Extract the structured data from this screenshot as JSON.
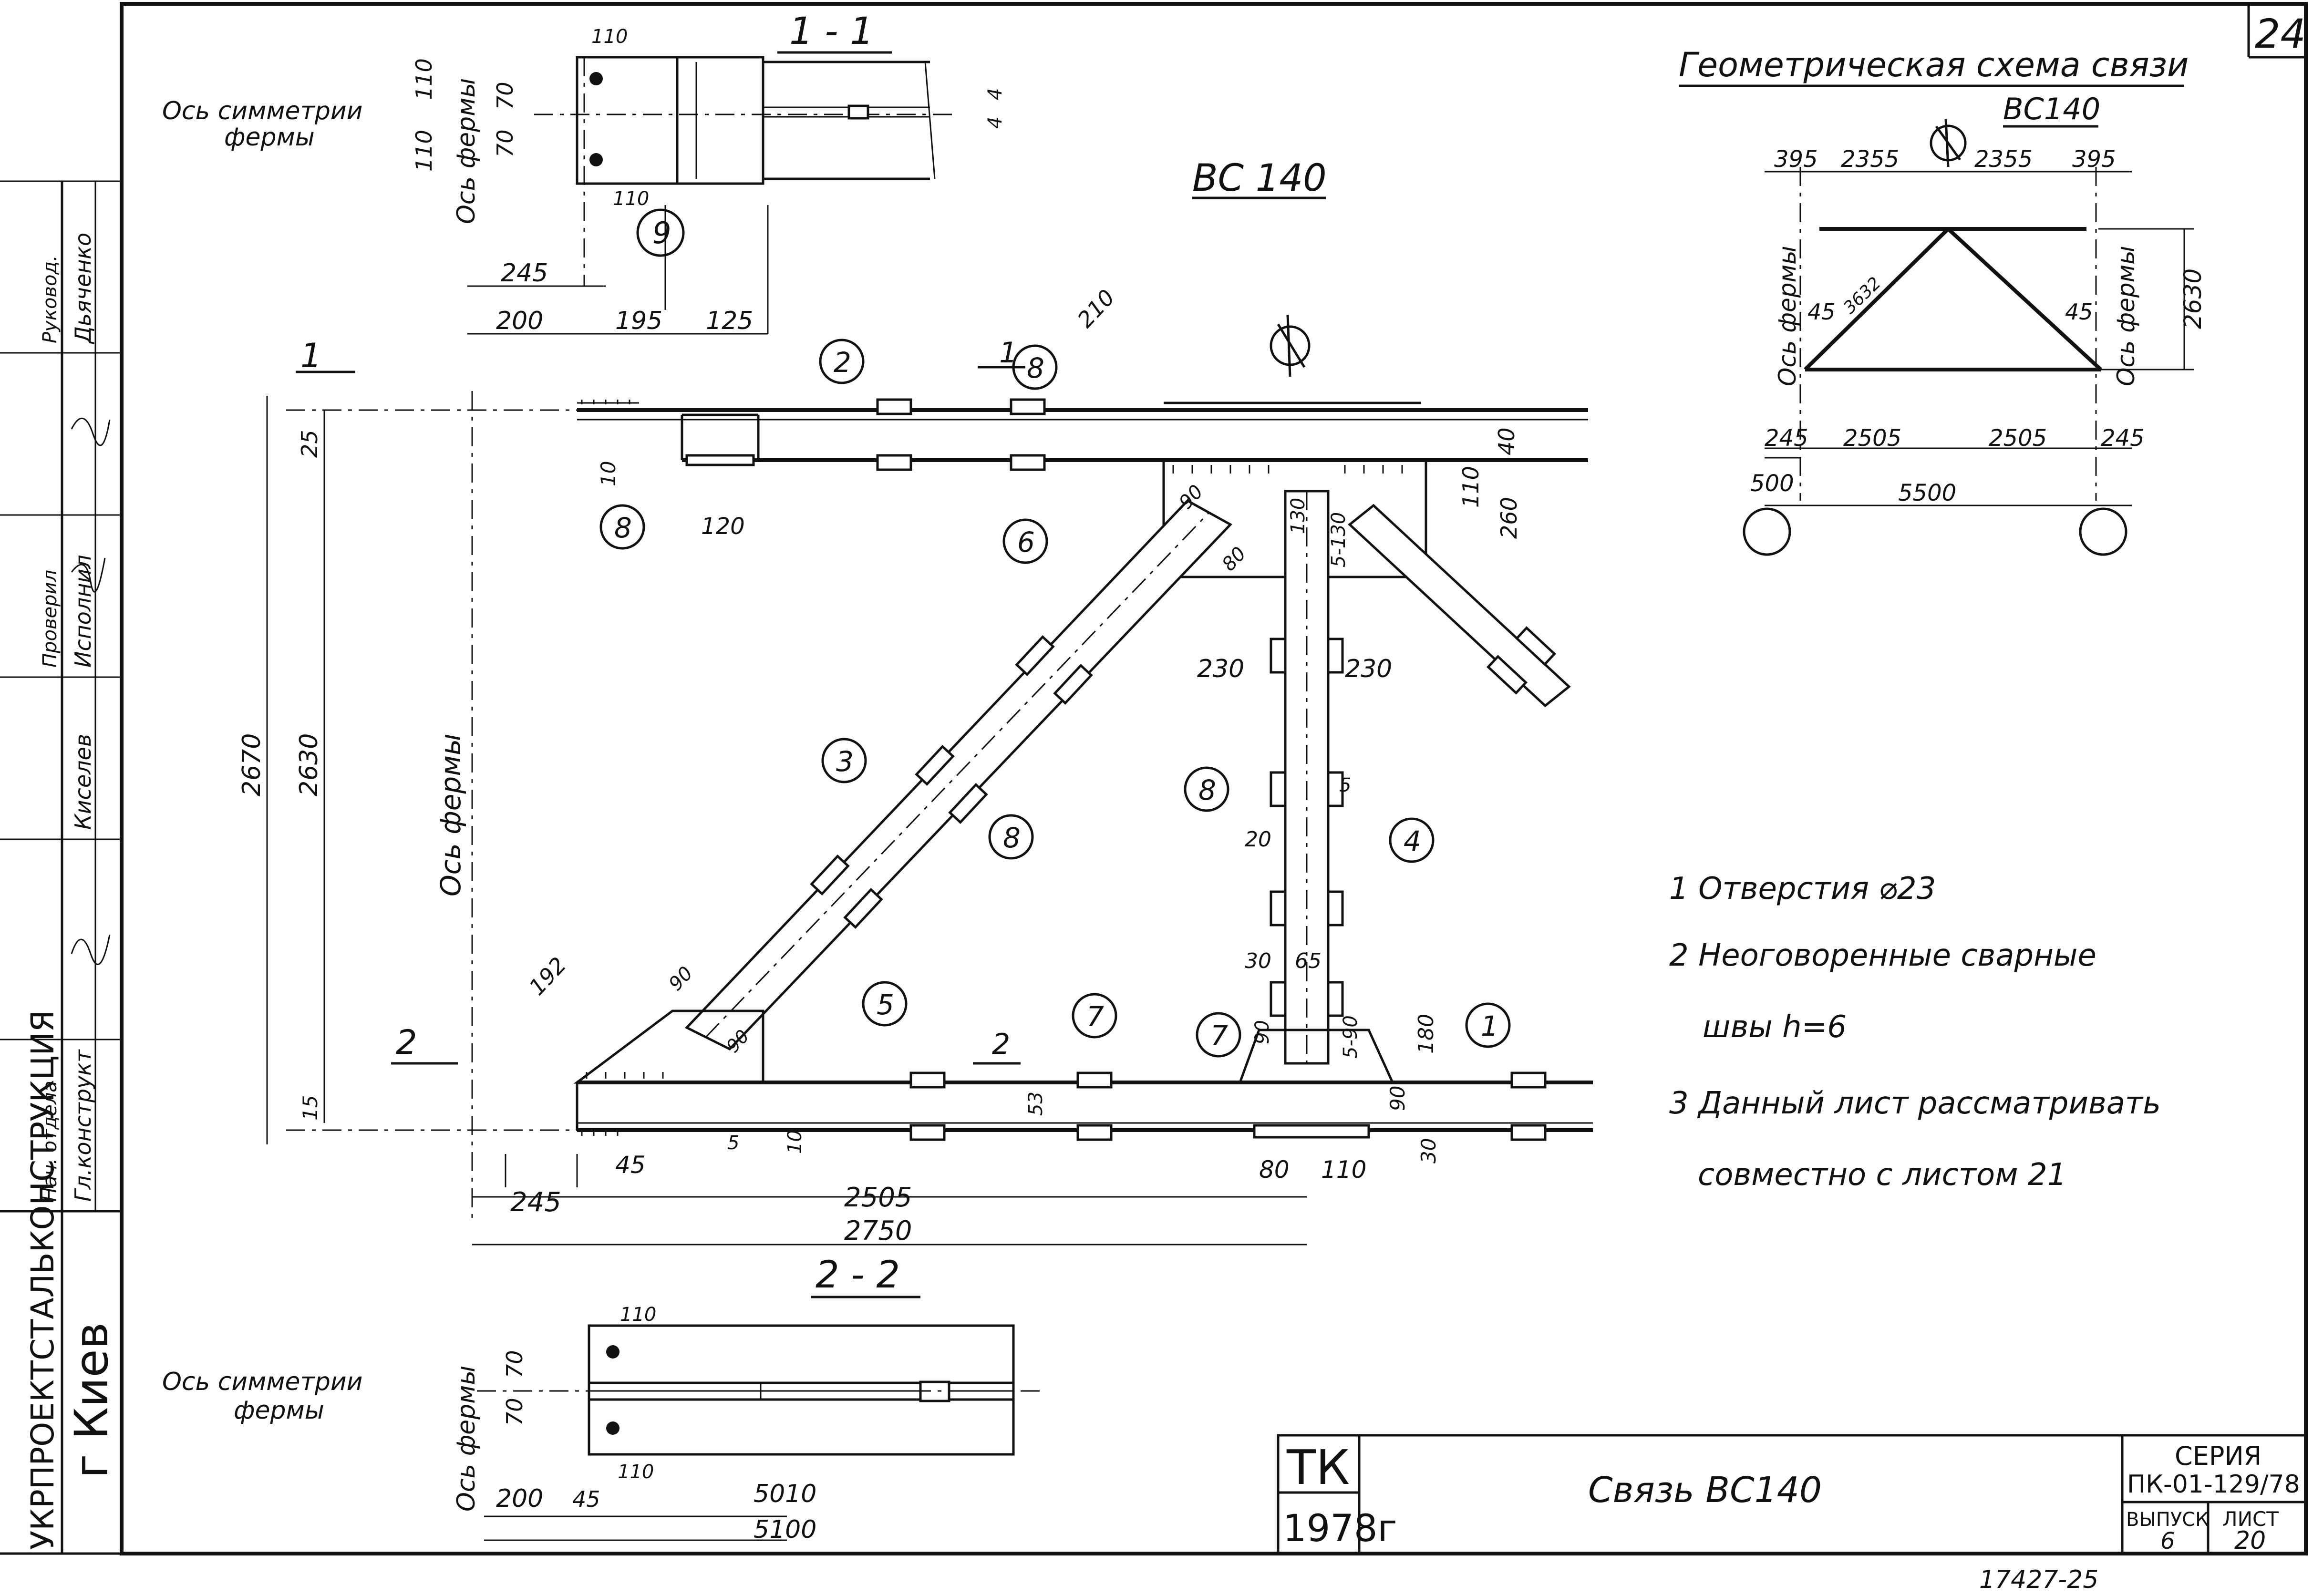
{
  "sheet": {
    "number": "24",
    "stamp": "17427-25"
  },
  "title_block": {
    "logo": "ТК",
    "year": "1978г",
    "title": "Связь ВС140",
    "series_label": "СЕРИЯ",
    "series": "ПК-01-129/78",
    "issue_label": "ВЫПУСК",
    "issue": "6",
    "sheet_label": "ЛИСТ",
    "sheet": "20"
  },
  "left_stamp": {
    "org": "УКРПРОЕКТСТАЛЬКОНСТРУКЦИЯ",
    "city": "г Киев",
    "roles": [
      "Гл.конструкт",
      "Нач. отдела",
      "Руковод.",
      "Исполнил",
      "Проверил"
    ],
    "names": [
      "Киселев",
      "Дьяченко"
    ]
  },
  "main_view": {
    "title": "ВС 140",
    "axis_label": "Ось фермы",
    "section_marks": [
      "1",
      "1",
      "2",
      "2"
    ],
    "parts": [
      "1",
      "2",
      "3",
      "4",
      "5",
      "6",
      "7",
      "8",
      "8",
      "8",
      "8",
      "9"
    ],
    "dims": {
      "d25": "25",
      "d10a": "10",
      "d120": "120",
      "d40": "40",
      "d110": "110",
      "d260": "260",
      "d130a": "130",
      "d130b": "5-130",
      "d90a": "90",
      "d80a": "80",
      "d230a": "230",
      "d230b": "230",
      "d2670": "2670",
      "d2630": "2630",
      "d15": "15",
      "d192": "192",
      "d90b": "90",
      "d90c": "90",
      "d45": "45",
      "d5a": "5",
      "d53": "53",
      "d10b": "10",
      "d20": "20",
      "d5b": "5",
      "d30a": "30",
      "d65": "65",
      "d90d": "90",
      "d590": "5-90",
      "d180": "180",
      "d90e": "90",
      "d30b": "30",
      "d80b": "80",
      "d110b": "110",
      "d245": "245",
      "d2505": "2505",
      "d2750": "2750",
      "d210": "210",
      "d8": "8"
    }
  },
  "section_1": {
    "title": "1 - 1",
    "axis_label_1": "Ось симметрии",
    "axis_label_2": "фермы",
    "axis_vertical": "Ось фермы",
    "dims": [
      "110",
      "110",
      "70",
      "70",
      "110",
      "110",
      "4",
      "4",
      "245",
      "200",
      "195",
      "125"
    ]
  },
  "section_2": {
    "title": "2 - 2",
    "axis_label_1": "Ось симметрии",
    "axis_label_2": "фермы",
    "axis_vertical": "Ось фермы",
    "dims": [
      "110",
      "70",
      "70",
      "110",
      "200",
      "45",
      "5010",
      "5100"
    ]
  },
  "geometry": {
    "title": "Геометрическая схема связи",
    "subtitle": "ВС140",
    "axis_left": "Ось фермы",
    "axis_right": "Ось фермы",
    "top_dims": [
      "395",
      "2355",
      "2355",
      "395"
    ],
    "bottom_dims": [
      "245",
      "2505",
      "2505",
      "245"
    ],
    "d500": "500",
    "d5500": "5500",
    "d2630": "2630",
    "d3632": "3632",
    "angle_left": "45",
    "angle_right": "45"
  },
  "notes": [
    "1 Отверстия ⌀23",
    "2 Неоговоренные сварные",
    "швы h=6",
    "3 Данный лист рассматривать",
    "совместно с листом 21"
  ]
}
